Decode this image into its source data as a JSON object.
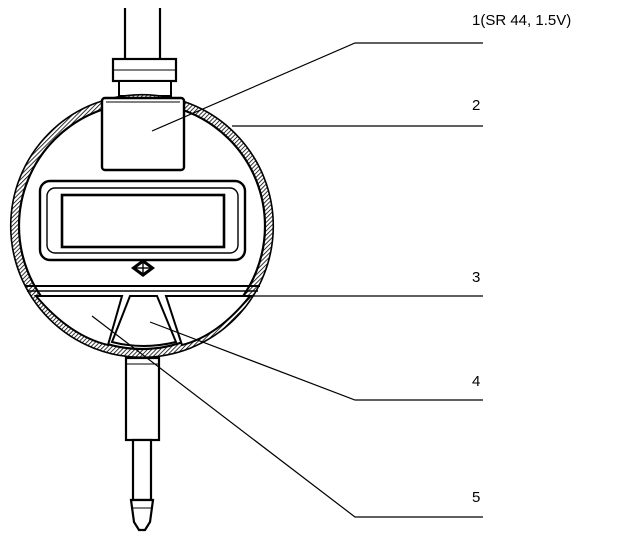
{
  "callouts": [
    {
      "id": "1",
      "label": "1(SR 44, 1.5V)"
    },
    {
      "id": "2",
      "label": "2"
    },
    {
      "id": "3",
      "label": "3"
    },
    {
      "id": "4",
      "label": "4"
    },
    {
      "id": "5",
      "label": "5"
    }
  ],
  "colors": {
    "line": "#000000",
    "background": "#ffffff"
  }
}
